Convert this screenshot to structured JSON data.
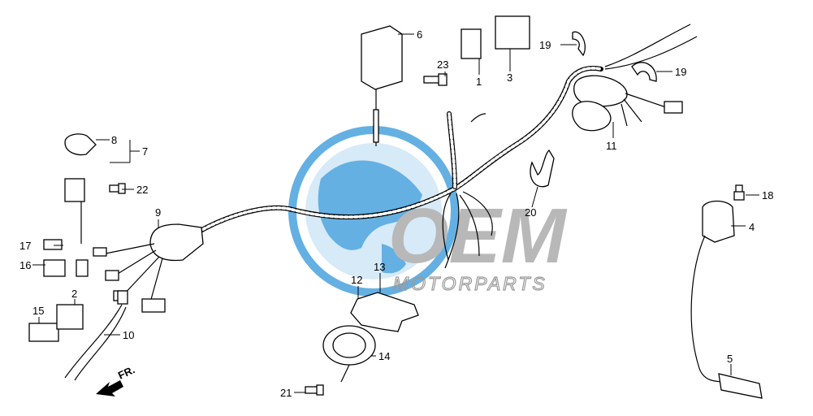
{
  "diagram": {
    "watermark": {
      "brand": "OEM",
      "text": "MOTORPARTS",
      "globe_color": "#4aa3df",
      "brand_color": "#b8b8b8"
    },
    "direction_label": "FR.",
    "part_numbers": {
      "p1": "1",
      "p2": "2",
      "p3": "3",
      "p4": "4",
      "p5": "5",
      "p6": "6",
      "p7": "7",
      "p8": "8",
      "p9": "9",
      "p10": "10",
      "p11": "11",
      "p12": "12",
      "p13": "13",
      "p14": "14",
      "p15": "15",
      "p16": "16",
      "p17": "17",
      "p18": "18",
      "p19a": "19",
      "p19b": "19",
      "p20": "20",
      "p21": "21",
      "p22": "22",
      "p23": "23"
    }
  }
}
